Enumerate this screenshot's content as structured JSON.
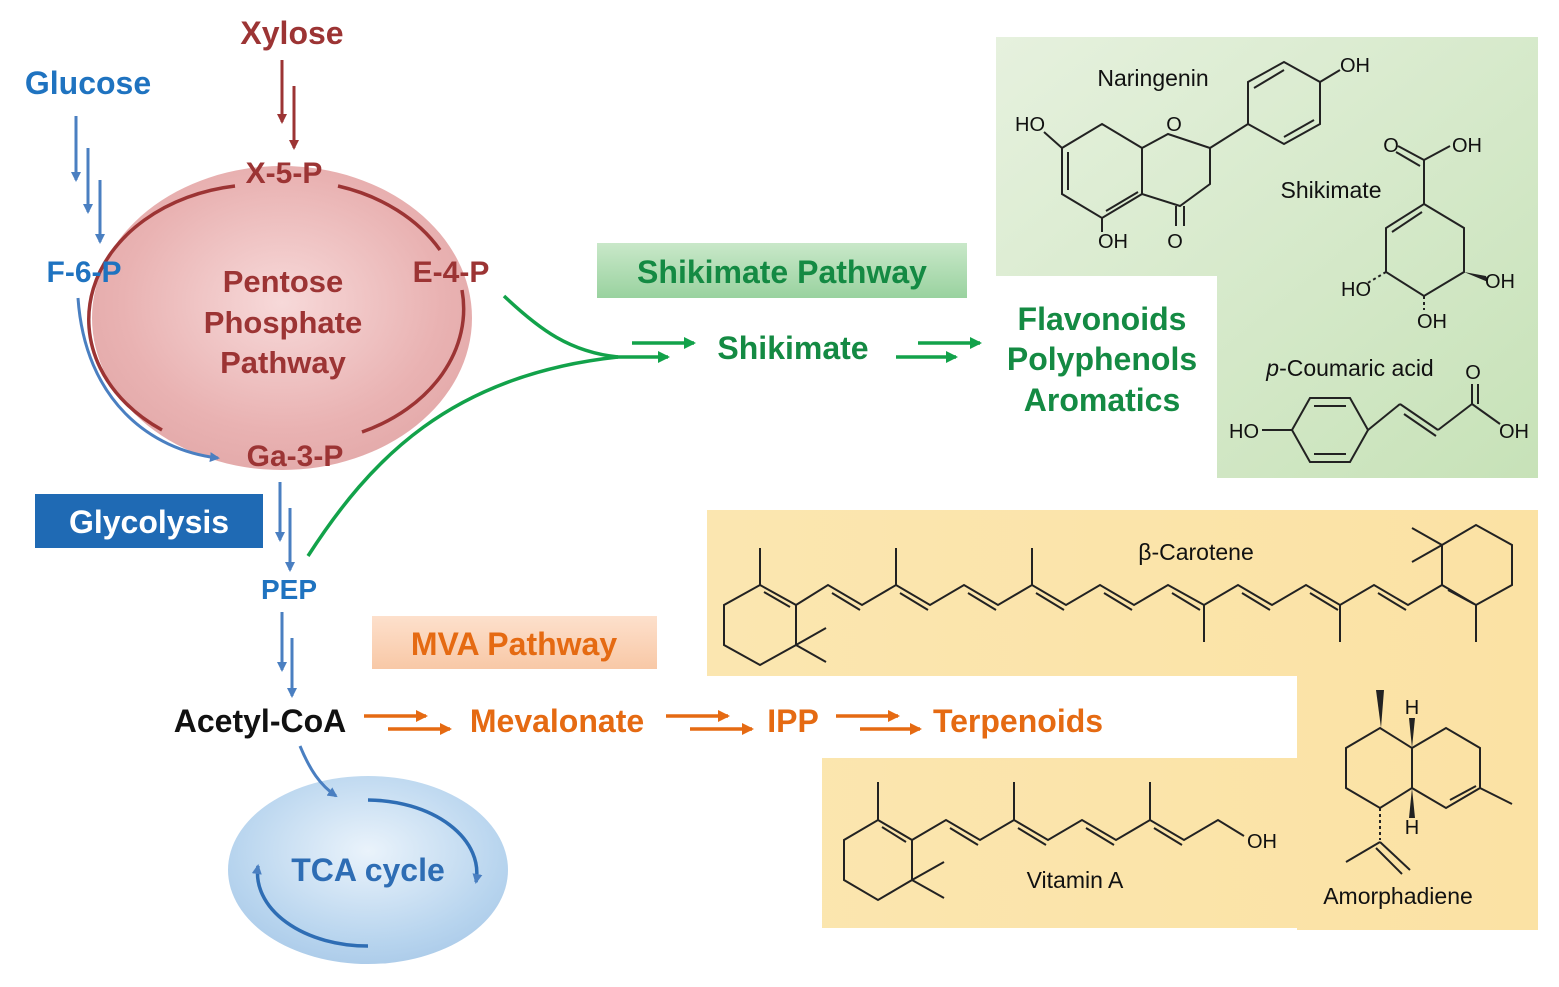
{
  "colors": {
    "blue": "#2e75b6",
    "blue_dark": "#1f6ab4",
    "red": "#9c3434",
    "green": "#12a24a",
    "green_text": "#148a43",
    "orange": "#e56a12",
    "black": "#111111"
  },
  "nodes": {
    "xylose": "Xylose",
    "glucose": "Glucose",
    "x5p": "X-5-P",
    "f6p": "F-6-P",
    "e4p": "E-4-P",
    "ga3p": "Ga-3-P",
    "pep": "PEP",
    "acetyl_coa": "Acetyl-CoA",
    "mevalonate": "Mevalonate",
    "ipp": "IPP",
    "terpenoids": "Terpenoids",
    "shikimate": "Shikimate",
    "tca": "TCA cycle"
  },
  "ppp": {
    "line1": "Pentose",
    "line2": "Phosphate",
    "line3": "Pathway"
  },
  "pathways": {
    "glycolysis": "Glycolysis",
    "shikimate_pathway": "Shikimate Pathway",
    "mva_pathway": "MVA Pathway"
  },
  "products": {
    "line1": "Flavonoids",
    "line2": "Polyphenols",
    "line3": "Aromatics"
  },
  "molecules": {
    "naringenin": "Naringenin",
    "shikimate": "Shikimate",
    "p_italic": "p",
    "coumaric_rest": "-Coumaric acid",
    "beta_carotene": "β-Carotene",
    "vitamin_a": "Vitamin A",
    "amorphadiene": "Amorphadiene"
  },
  "atoms": {
    "oh": "OH",
    "ho": "HO",
    "o": "O",
    "h": "H"
  }
}
